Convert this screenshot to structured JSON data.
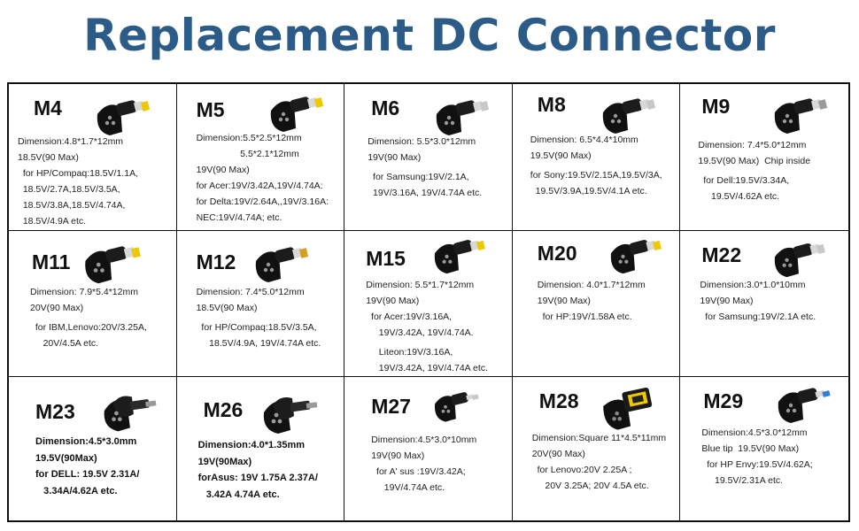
{
  "title": "Replacement DC Connector",
  "cells": [
    {
      "code": "M4",
      "lines": [
        "Dimension:4.8*1.7*12mm",
        "18.5V(90 Max)",
        "  for HP/Compaq:18.5V/1.1A,",
        "  18.5V/2.7A,18.5V/3.5A,",
        "  18.5V/3.8A,18.5V/4.74A,",
        "  18.5V/4.9A etc."
      ]
    },
    {
      "code": "M5",
      "lines": [
        "Dimension:5.5*2.5*12mm",
        "                 5.5*2.1*12mm",
        "19V(90 Max)",
        "for Acer:19V/3.42A,19V/4.74A:",
        "for Delta:19V/2.64A,,19V/3.16A:",
        "NEC:19V/4.74A; etc."
      ]
    },
    {
      "code": "M6",
      "lines": [
        "Dimension: 5.5*3.0*12mm",
        "19V(90 Max)",
        "",
        "  for Samsung:19V/2.1A,",
        "  19V/3.16A, 19V/4.74A etc."
      ]
    },
    {
      "code": "M8",
      "lines": [
        "Dimension: 6.5*4.4*10mm",
        "19.5V(90 Max)",
        "",
        "for Sony:19.5V/2.15A,19.5V/3A,",
        "  19.5V/3.9A,19.5V/4.1A etc."
      ]
    },
    {
      "code": "M9",
      "lines": [
        "Dimension: 7.4*5.0*12mm",
        "19.5V(90 Max)  Chip inside",
        "",
        "  for Dell:19.5V/3.34A,",
        "     19.5V/4.62A etc."
      ]
    },
    {
      "code": "M11",
      "lines": [
        "Dimension: 7.9*5.4*12mm",
        "20V(90 Max)",
        "",
        "  for IBM,Lenovo:20V/3.25A,",
        "     20V/4.5A etc."
      ]
    },
    {
      "code": "M12",
      "lines": [
        "Dimension: 7.4*5.0*12mm",
        "18.5V(90 Max)",
        "",
        "  for HP/Compaq:18.5V/3.5A,",
        "     18.5V/4.9A, 19V/4.74A etc."
      ]
    },
    {
      "code": "M15",
      "lines": [
        "Dimension: 5.5*1.7*12mm",
        "19V(90 Max)",
        "  for Acer:19V/3.16A,",
        "     19V/3.42A, 19V/4.74A.",
        "",
        "     Liteon:19V/3.16A,",
        "     19V/3.42A, 19V/4.74A etc."
      ]
    },
    {
      "code": "M20",
      "lines": [
        "Dimension: 4.0*1.7*12mm",
        "19V(90 Max)",
        "  for HP:19V/1.58A etc."
      ]
    },
    {
      "code": "M22",
      "lines": [
        "Dimension:3.0*1.0*10mm",
        "19V(90 Max)",
        "  for Samsung:19V/2.1A etc."
      ]
    },
    {
      "code": "M23",
      "bold": true,
      "lines": [
        "Dimension:4.5*3.0mm",
        "19.5V(90Max)",
        "for DELL: 19.5V 2.31A/",
        "   3.34A/4.62A etc."
      ]
    },
    {
      "code": "M26",
      "bold": true,
      "lines": [
        "Dimension:4.0*1.35mm",
        "19V(90Max)",
        "forAsus: 19V 1.75A 2.37A/",
        "   3.42A 4.74A etc."
      ]
    },
    {
      "code": "M27",
      "lines": [
        "Dimension:4.5*3.0*10mm",
        "19V(90 Max)",
        "  for A' sus :19V/3.42A;",
        "     19V/4.74A etc."
      ]
    },
    {
      "code": "M28",
      "lines": [
        "Dimension:Square 11*4.5*11mm",
        "20V(90 Max)",
        "  for Lenovo:20V 2.25A ;",
        "     20V 3.25A; 20V 4.5A etc."
      ]
    },
    {
      "code": "M29",
      "lines": [
        "Dimension:4.5*3.0*12mm",
        "Blue tip  19.5V(90 Max)",
        "  for HP Envy:19.5V/4.62A;",
        "     19.5V/2.31A etc."
      ]
    }
  ],
  "tip_colors": [
    "#f0c800",
    "#f0c800",
    "#c8c8c8",
    "#c8c8c8",
    "#9a9a9a",
    "#f0c800",
    "#d4a020",
    "#f0c800",
    "#f0c800",
    "#c8c8c8",
    "#9a9a9a",
    "#9a9a9a",
    "#c8c8c8",
    "#f0c800",
    "#2f7fd6"
  ]
}
